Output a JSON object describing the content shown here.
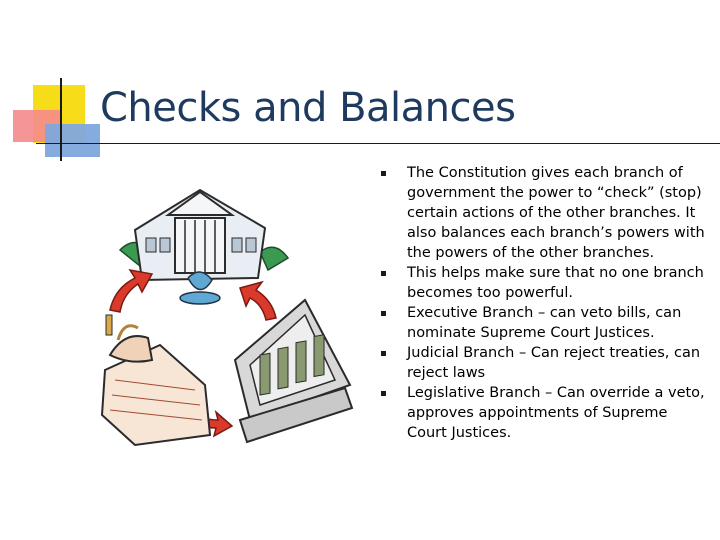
{
  "slide": {
    "title": "Checks and Balances",
    "bullets": [
      "The Constitution gives each branch of government the power to “check” (stop) certain actions of the other branches.  It also balances each branch’s powers with the powers of the other branches.",
      "This helps make sure that no one branch becomes too powerful.",
      "Executive Branch – can veto bills, can nominate Supreme Court Justices.",
      "Judicial Branch – Can reject treaties, can reject laws",
      "Legislative Branch – Can override a veto, approves appointments of Supreme Court Justices."
    ]
  },
  "colors": {
    "title": "#1f3a5f",
    "accent_yellow": "#f7dd19",
    "accent_red": "#f5898c",
    "accent_blue": "#7fa7dd",
    "arrow_red": "#d93a2b"
  },
  "icons": [
    "square-bullet",
    "government-buildings-clipart",
    "cycle-arrow-icon"
  ]
}
